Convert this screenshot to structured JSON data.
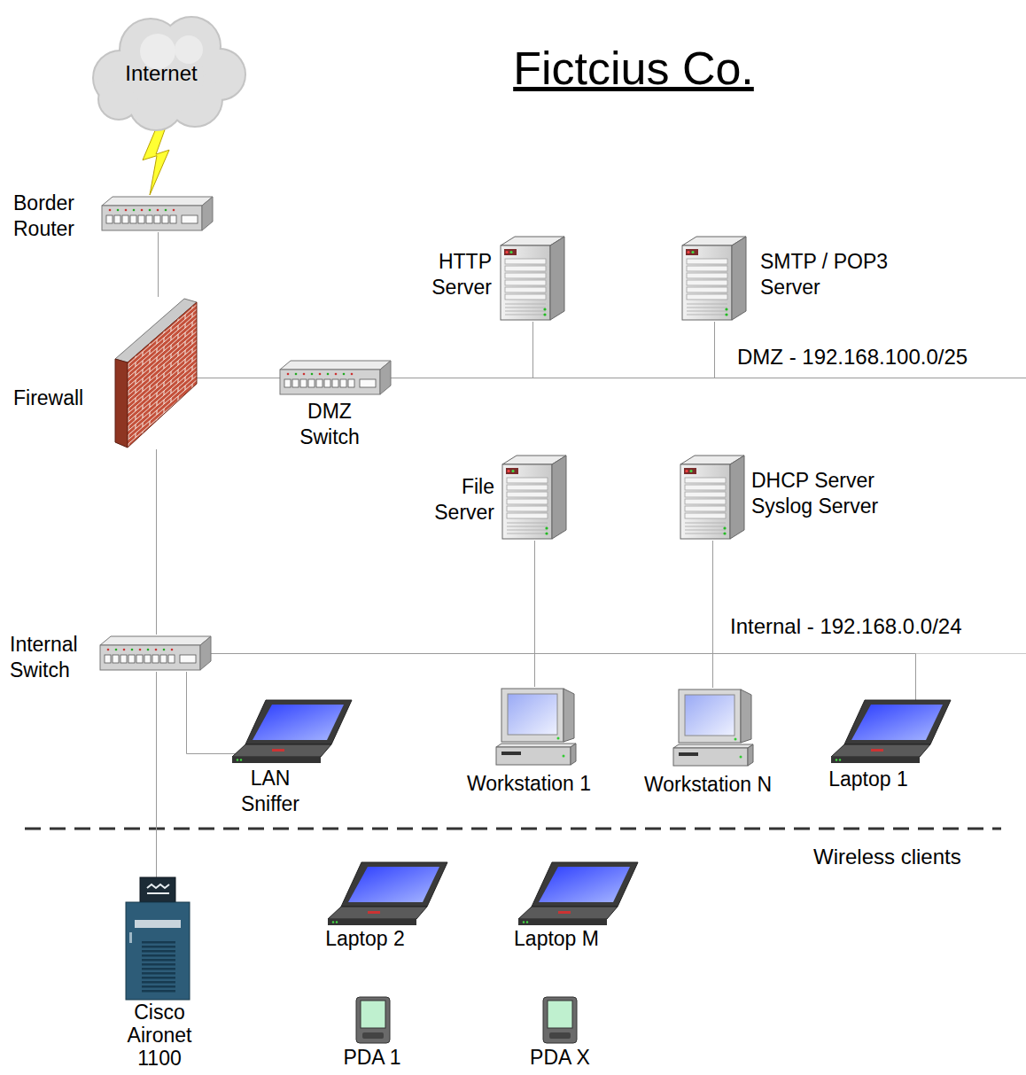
{
  "diagram": {
    "title": "Fictcius Co.",
    "nodes": [
      {
        "text": [
          "Internet"
        ]
      },
      {
        "text": [
          "Border Router"
        ]
      },
      {
        "text": [
          "Firewall"
        ]
      },
      {
        "text": [
          "DMZ Switch"
        ]
      },
      {
        "text": [
          "HTTP Server"
        ]
      },
      {
        "text": [
          "SMTP / POP3 Server"
        ]
      },
      {
        "text": [
          "File Server"
        ]
      },
      {
        "text": [
          "DHCP Server Syslog Server"
        ]
      },
      {
        "text": [
          "Internal Switch"
        ]
      },
      {
        "text": [
          "LAN Sniffer"
        ]
      },
      {
        "text": [
          "Workstation 1"
        ]
      },
      {
        "text": [
          "Workstation N"
        ]
      },
      {
        "text": [
          "Laptop 1"
        ]
      },
      {
        "text": [
          "Cisco Aironet 1100"
        ]
      },
      {
        "text": [
          "Laptop 2"
        ]
      },
      {
        "text": [
          "Laptop M"
        ]
      },
      {
        "text": [
          "PDA 1"
        ]
      },
      {
        "text": [
          "PDA X"
        ]
      }
    ],
    "edges": [
      {
        "from": 0,
        "to": 1,
        "arrow": "none"
      },
      {
        "from": 1,
        "to": 2,
        "arrow": "none"
      },
      {
        "from": 2,
        "to": 3,
        "arrow": "none"
      },
      {
        "from": 3,
        "to": 4,
        "arrow": "none"
      },
      {
        "from": 3,
        "to": 5,
        "arrow": "none"
      },
      {
        "from": 2,
        "to": 8,
        "arrow": "none"
      },
      {
        "from": 8,
        "to": 6,
        "arrow": "none"
      },
      {
        "from": 8,
        "to": 7,
        "arrow": "none"
      },
      {
        "from": 8,
        "to": 9,
        "arrow": "none"
      },
      {
        "from": 8,
        "to": 12,
        "arrow": "none"
      },
      {
        "from": 8,
        "to": 13,
        "arrow": "none"
      },
      {
        "from": 6,
        "to": 10,
        "arrow": "none"
      },
      {
        "from": 7,
        "to": 11,
        "arrow": "none"
      }
    ],
    "labels": [
      "DMZ - 192.168.100.0/25",
      "Internal - 192.168.0.0/24",
      "Wireless clients"
    ]
  }
}
